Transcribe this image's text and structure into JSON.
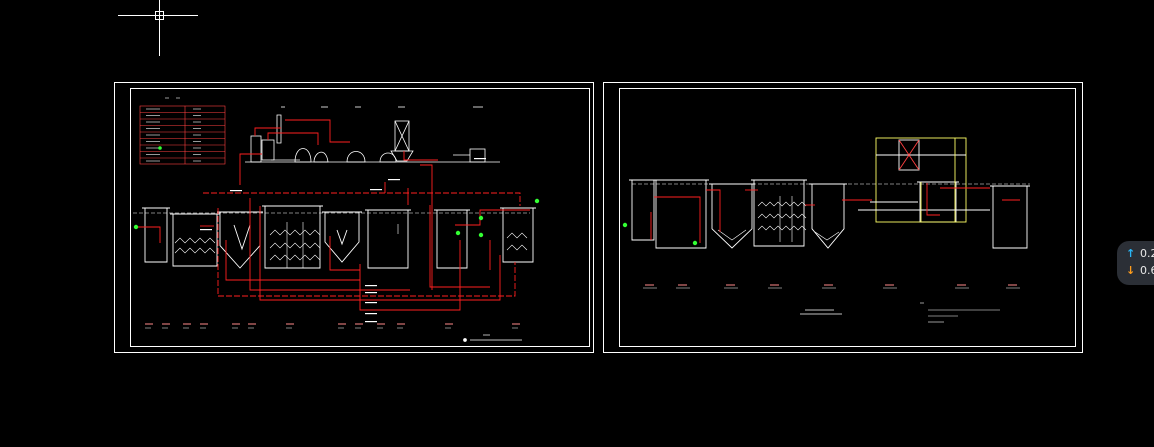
{
  "canvas": {
    "background": "#000000",
    "colors": {
      "frame": "#ffffff",
      "pipe": "#ff2020",
      "equipment": "#ffffff",
      "annotation": "#ff8a8a",
      "marker": "#33ff33",
      "highlight": "#ffff66"
    }
  },
  "crosshair": {
    "icon": "crosshair-cursor"
  },
  "net_speed": {
    "up_icon": "arrow-up-icon",
    "down_icon": "arrow-down-icon",
    "up_value": "0.2",
    "down_value": "0.6"
  }
}
